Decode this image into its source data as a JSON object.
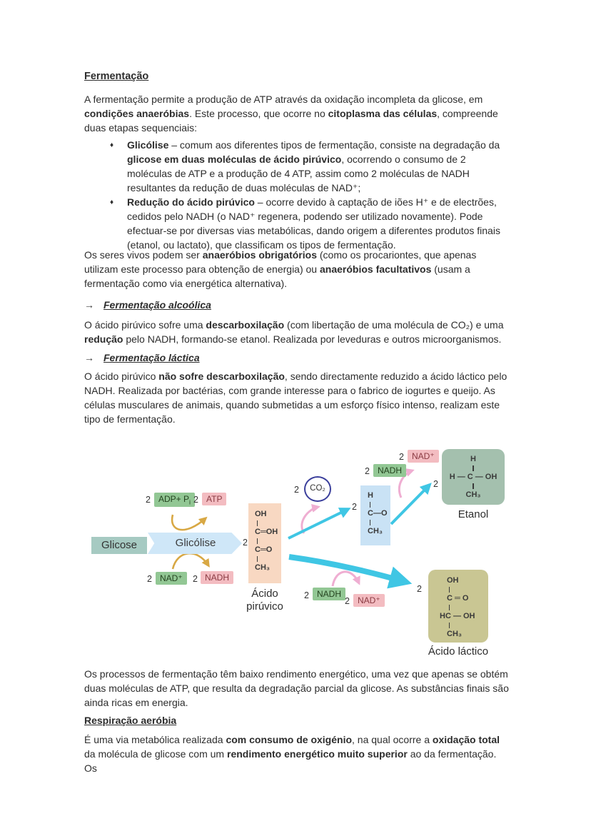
{
  "colors": {
    "teal_box": "#a6cac2",
    "blue_arrow": "#cfe7f8",
    "green_box": "#92c794",
    "pink_box": "#f3bcc1",
    "peach_box": "#f8d8c2",
    "lightblue_box": "#c9e2f5",
    "etanol_box": "#a4c0ae",
    "lactic_box": "#c9c693",
    "gold_arrow": "#d8a844",
    "pink_arrow": "#efaed2",
    "cyan_arrow": "#3fc6e4",
    "co2_ring": "#3b3f9c"
  },
  "doc": {
    "title": "Fermentação",
    "bullet_char": "♦",
    "intro": [
      {
        "t": "A fermentação permite a produção de ATP através da oxidação incompleta da glicose, em "
      },
      {
        "t": "condições anaeróbias",
        "b": 1
      },
      {
        "t": ". Este processo, que ocorre no "
      },
      {
        "t": "citoplasma das células",
        "b": 1
      },
      {
        "t": ", compreende duas etapas sequenciais:"
      }
    ],
    "bullets": [
      [
        {
          "t": "Glicólise",
          "b": 1
        },
        {
          "t": " – comum aos diferentes tipos de fermentação, consiste na degradação da "
        },
        {
          "t": "glicose em duas moléculas de ácido pirúvico",
          "b": 1
        },
        {
          "t": ", ocorrendo o consumo de 2 moléculas de ATP e a produção de 4 ATP, assim como 2 moléculas de NADH resultantes da redução de duas moléculas de NAD⁺;"
        }
      ],
      [
        {
          "t": "Redução do ácido pirúvico",
          "b": 1
        },
        {
          "t": " – ocorre devido à captação de iões H⁺ e de electrões, cedidos pelo NADH (o NAD⁺ regenera, podendo ser utilizado novamente). Pode efectuar-se por diversas vias metabólicas, dando origem a diferentes produtos finais (etanol, ou lactato), que classificam os tipos de fermentação."
        }
      ]
    ],
    "para_anaerobios": [
      {
        "t": "Os seres vivos podem ser "
      },
      {
        "t": "anaeróbios obrigatórios",
        "b": 1
      },
      {
        "t": " (como os procariontes, que apenas utilizam este processo para obtenção de energia) ou "
      },
      {
        "t": "anaeróbios facultativos",
        "b": 1
      },
      {
        "t": " (usam a fermentação como via energética alternativa)."
      }
    ],
    "h_alcoolica": {
      "arrow": "→",
      "label": "Fermentação alcoólica"
    },
    "para_alcoolica": [
      {
        "t": "O ácido pirúvico sofre uma "
      },
      {
        "t": "descarboxilação",
        "b": 1
      },
      {
        "t": " (com libertação de uma molécula de CO₂) e uma "
      },
      {
        "t": "redução",
        "b": 1
      },
      {
        "t": " pelo NADH, formando-se etanol. Realizada por leveduras e outros microorganismos."
      }
    ],
    "h_lactica": {
      "arrow": "→",
      "label": "Fermentação láctica"
    },
    "para_lactica": [
      {
        "t": "O ácido pirúvico "
      },
      {
        "t": "não sofre descarboxilação",
        "b": 1
      },
      {
        "t": ", sendo directamente reduzido a ácido láctico pelo NADH. Realizada por bactérias, com grande interesse para o fabrico de iogurtes e queijo. As células musculares de animais, quando submetidas a um esforço físico intenso, realizam este tipo de fermentação."
      }
    ],
    "para_rendimento": [
      {
        "t": "Os processos de fermentação têm baixo rendimento energético, uma vez que apenas se obtém duas moléculas de ATP, que resulta da degradação parcial da glicose. As substâncias finais são ainda ricas em energia."
      }
    ],
    "h_respiracao": "Respiração aeróbia",
    "para_respiracao": [
      {
        "t": "É uma via metabólica realizada "
      },
      {
        "t": "com consumo de oxigénio",
        "b": 1
      },
      {
        "t": ", na qual ocorre a "
      },
      {
        "t": "oxidação total",
        "b": 1
      },
      {
        "t": " da molécula de glicose com um "
      },
      {
        "t": "rendimento energético muito superior",
        "b": 1
      },
      {
        "t": " ao da fermentação. Os"
      }
    ]
  },
  "diagram": {
    "glicose": "Glicose",
    "glicolise": "Glicólise",
    "adp": {
      "qty": "2",
      "label": "ADP+ P",
      "sub": "i"
    },
    "atp": {
      "qty": "2",
      "label": "ATP"
    },
    "nad_gly": {
      "qty": "2",
      "label": "NAD⁺"
    },
    "nadh_gly": {
      "qty": "2",
      "label": "NADH"
    },
    "pyruvate": {
      "qty": "2",
      "lines": [
        "OH",
        "C═OH",
        "C═O",
        "CH₃"
      ],
      "label": "Ácido pirúvico"
    },
    "co2": {
      "qty": "2",
      "label": "CO₂"
    },
    "acetaldehyde": {
      "qty": "2",
      "lines": [
        "H",
        "C—O",
        "CH₃"
      ]
    },
    "nadh_alc": {
      "qty": "2",
      "label": "NADH"
    },
    "nad_alc": {
      "qty": "2",
      "label": "NAD⁺"
    },
    "etanol": {
      "qty": "2",
      "lines": [
        "H",
        "H — C — OH",
        "CH₃"
      ],
      "label": "Etanol"
    },
    "nadh_lac": {
      "qty": "2",
      "label": "NADH"
    },
    "nad_lac": {
      "qty": "2",
      "label": "NAD⁺"
    },
    "lactic": {
      "qty": "2",
      "lines": [
        "OH",
        "C ═ O",
        "HC — OH",
        "CH₃"
      ],
      "label": "Ácido láctico"
    }
  }
}
